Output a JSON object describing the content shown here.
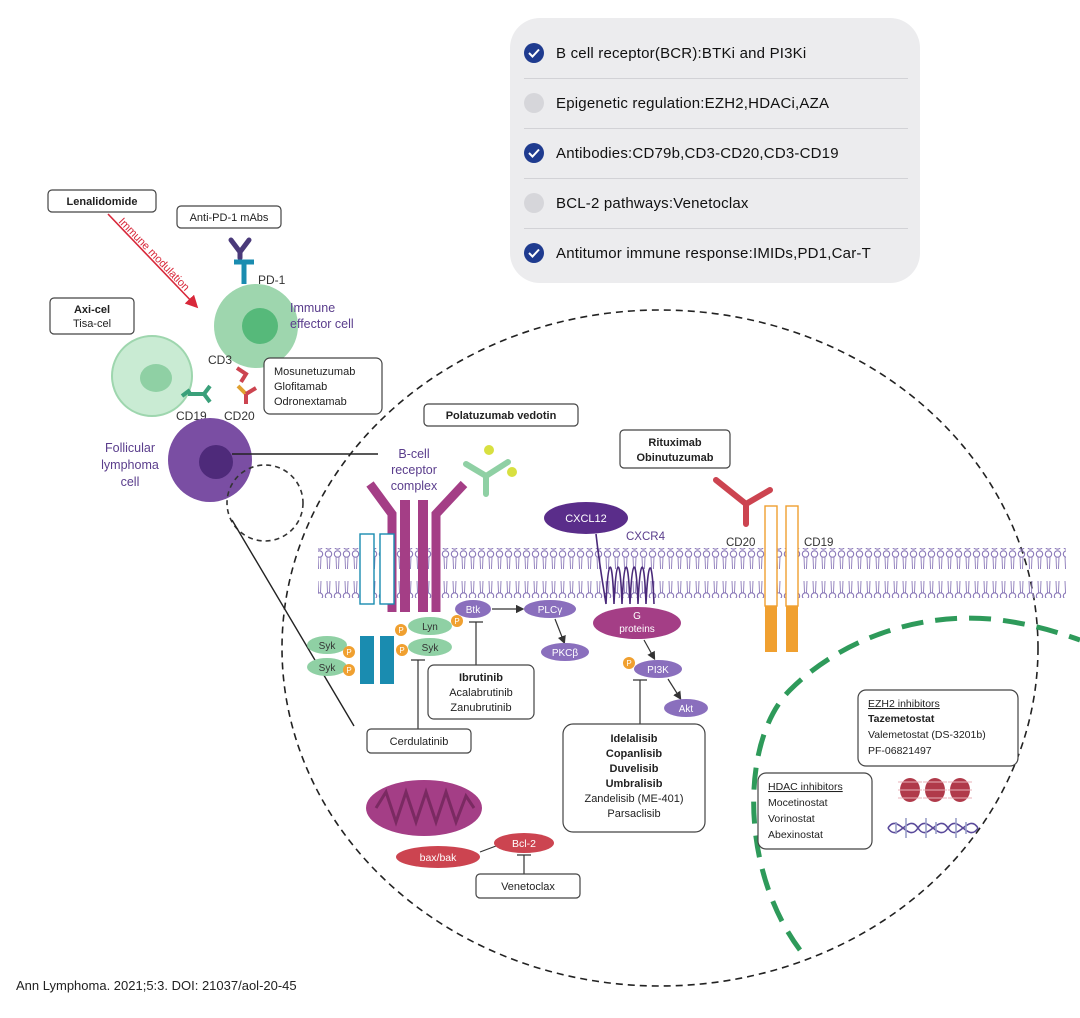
{
  "panel": {
    "items": [
      {
        "label": "B cell receptor(BCR):BTKi and PI3Ki",
        "checked": true
      },
      {
        "label": "Epigenetic regulation:EZH2,HDACi,AZA",
        "checked": false
      },
      {
        "label": "Antibodies:CD79b,CD3-CD20,CD3-CD19",
        "checked": true
      },
      {
        "label": "BCL-2 pathways:Venetoclax",
        "checked": false
      },
      {
        "label": "Antitumor immune response:IMIDs,PD1,Car-T",
        "checked": true
      }
    ]
  },
  "diagram": {
    "lenalidomide": "Lenalidomide",
    "immune_modulation": "Immune modulation",
    "anti_pd1": "Anti-PD-1 mAbs",
    "pd1": "PD-1",
    "immune_effector_1": "Immune",
    "immune_effector_2": "effector cell",
    "axicel": "Axi-cel",
    "tisacel": "Tisa-cel",
    "cd3": "CD3",
    "cd19_left": "CD19",
    "cd20_left": "CD20",
    "bispecifics": [
      "Mosunetuzumab",
      "Glofitamab",
      "Odronextamab"
    ],
    "follicular_1": "Follicular",
    "follicular_2": "lymphoma",
    "follicular_3": "cell",
    "polatuzumab": "Polatuzumab vedotin",
    "bcr_1": "B-cell",
    "bcr_2": "receptor",
    "bcr_3": "complex",
    "rituximab": "Rituximab",
    "obinutuzumab": "Obinutuzumab",
    "cxcl12": "CXCL12",
    "cxcr4": "CXCR4",
    "cd20_right": "CD20",
    "cd19_right": "CD19",
    "syk": "Syk",
    "lyn": "Lyn",
    "btk": "Btk",
    "plcg": "PLCγ",
    "pkcb": "PKCβ",
    "p": "P",
    "g_proteins_1": "G",
    "g_proteins_2": "proteins",
    "pi3k": "PI3K",
    "akt": "Akt",
    "btk_inhibitors": [
      "Ibrutinib",
      "Acalabrutinib",
      "Zanubrutinib"
    ],
    "cerdulatinib": "Cerdulatinib",
    "pi3k_inhibitors": [
      "Idelalisib",
      "Copanlisib",
      "Duvelisib",
      "Umbralisib",
      "Zandelisib (ME-401)",
      "Parsaclisib"
    ],
    "ezh2_title": "EZH2 inhibitors",
    "ezh2_items": [
      "Tazemetostat",
      "Valemetostat (DS-3201b)",
      "PF-06821497"
    ],
    "hdac_title": "HDAC inhibitors",
    "hdac_items": [
      "Mocetinostat",
      "Vorinostat",
      "Abexinostat"
    ],
    "baxbak": "bax/bak",
    "bcl2": "Bcl-2",
    "venetoclax": "Venetoclax"
  },
  "citation": "Ann Lymphoma. 2021;5:3. DOI: 21037/aol-20-45",
  "colors": {
    "check_on": "#1f3b8f",
    "check_off": "#d6d6da",
    "cell_green": "#8fd0a4",
    "cell_purple": "#7a4ea3",
    "receptor_magenta": "#a43e86",
    "signal_purple": "#8a6fbd",
    "signal_green": "#8fd0a4",
    "cd20_red": "#cc4450",
    "cd19_orange": "#f0a030",
    "dashed_green": "#2e9a5a"
  }
}
